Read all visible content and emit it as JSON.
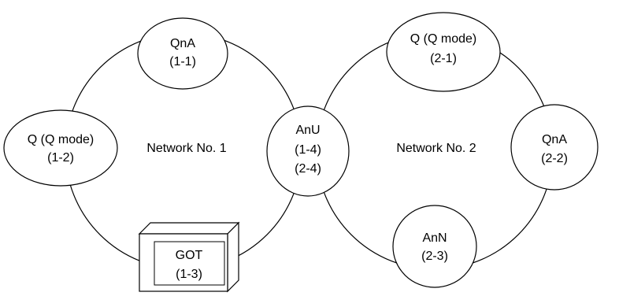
{
  "networks": [
    {
      "label": "Network No. 1"
    },
    {
      "label": "Network No. 2"
    }
  ],
  "stations": [
    {
      "lines": [
        "QnA",
        "(1-1)"
      ]
    },
    {
      "lines": [
        "Q (Q mode)",
        "(1-2)"
      ]
    },
    {
      "lines": [
        "GOT",
        "(1-3)"
      ]
    },
    {
      "lines": [
        "AnU",
        "(1-4)",
        "(2-4)"
      ]
    },
    {
      "lines": [
        "Q (Q mode)",
        "(2-1)"
      ]
    },
    {
      "lines": [
        "QnA",
        "(2-2)"
      ]
    },
    {
      "lines": [
        "AnN",
        "(2-3)"
      ]
    }
  ]
}
